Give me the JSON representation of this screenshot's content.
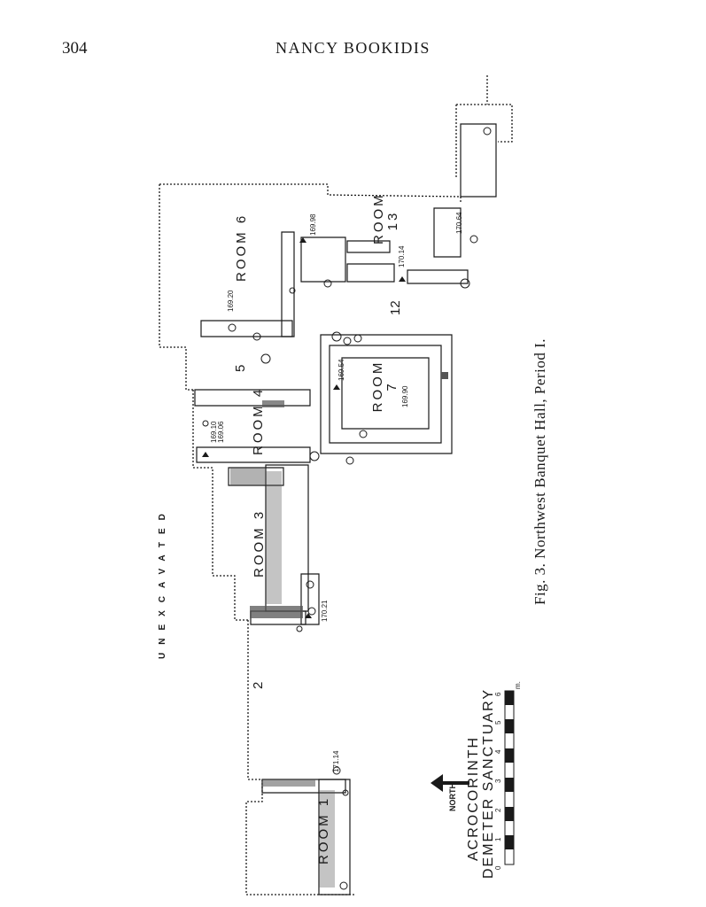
{
  "page": {
    "number": "304",
    "running_head": "NANCY BOOKIDIS"
  },
  "figure": {
    "caption_prefix": "Fig. 3.",
    "caption_text": "Northwest Banquet Hall, Period I."
  },
  "plan": {
    "unexcavated_label": "UNEXCAVATED",
    "rooms": {
      "room1": "ROOM 1",
      "room3": "ROOM 3",
      "room4": "ROOM 4",
      "room6": "ROOM 6",
      "room7_a": "ROOM",
      "room7_b": "7",
      "room13_a": "ROOM",
      "room13_b": "13"
    },
    "area_numbers": {
      "n2": "2",
      "n5": "5",
      "n12": "12"
    },
    "elevations": {
      "e171_14": "171.14",
      "e170_21": "170.21",
      "e169_10": "169.10",
      "e169_06": "169.06",
      "e169_20": "169.20",
      "e169_98": "169.98",
      "e170_14": "170.14",
      "e170_64": "170.64",
      "e169_54": "169.54",
      "e169_90": "169.90"
    },
    "site_label_1": "ACROCORINTH",
    "site_label_2": "DEMETER SANCTUARY",
    "north_label": "NORTH",
    "scale": {
      "ticks": [
        "0",
        "1",
        "2",
        "3",
        "4",
        "5",
        "6"
      ],
      "unit": "m."
    }
  }
}
